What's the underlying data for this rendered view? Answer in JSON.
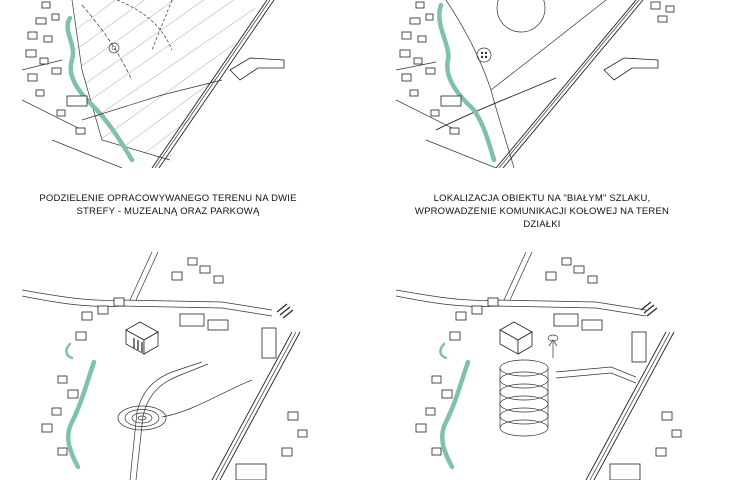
{
  "captions": {
    "top_left": [
      "PODZIELENIE OPRACOWYWANEGO TERENU NA DWIE",
      "STREFY - MUZEALNĄ ORAZ PARKOWĄ"
    ],
    "top_right": [
      "LOKALIZACJA OBIEKTU NA \"BIAŁYM\" SZLAKU,",
      "WPROWADZENIE KOMUNIKACJI KOŁOWEJ NA TEREN",
      "DZIAŁKI"
    ]
  },
  "colors": {
    "river": "#7fc2ab",
    "lines": "#222222",
    "background": "#ffffff"
  }
}
